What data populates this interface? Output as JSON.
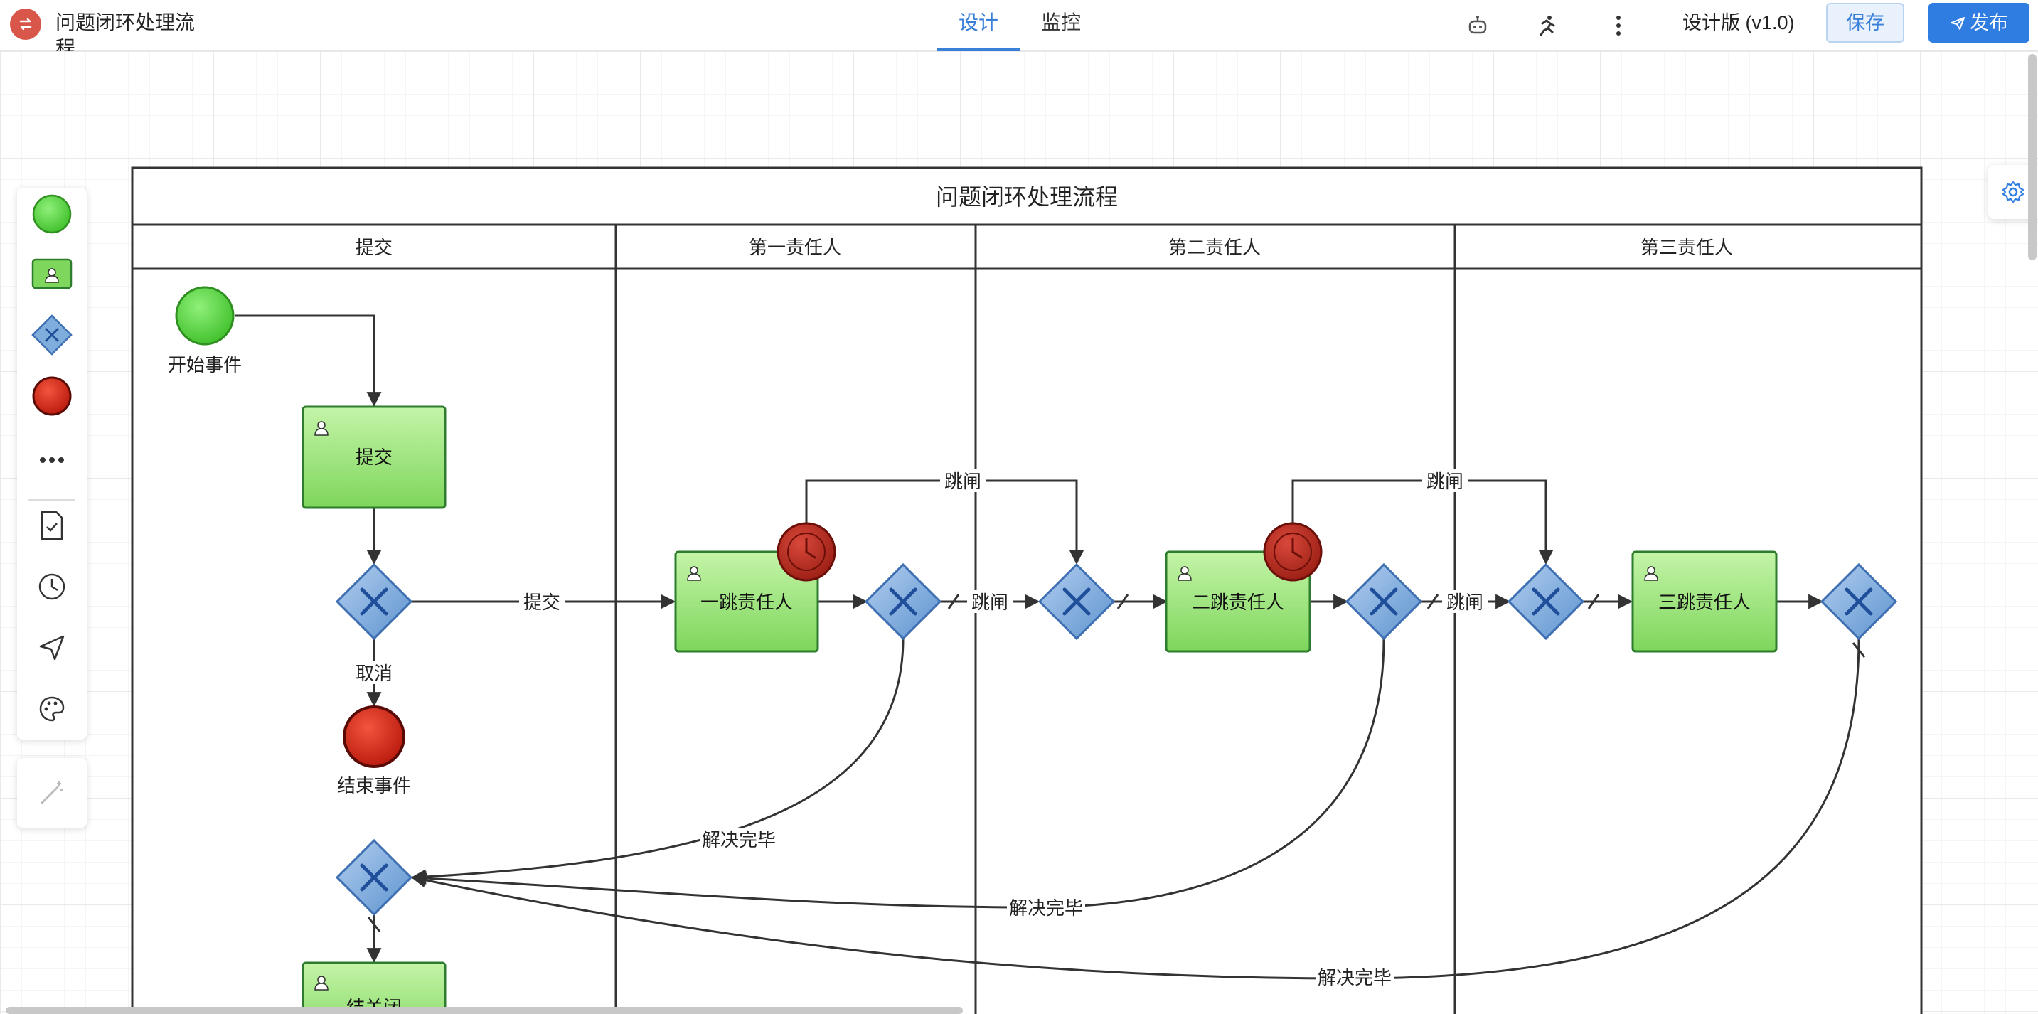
{
  "header": {
    "app_icon": "process-loop-icon",
    "title": "问题闭环处理流程",
    "tabs": [
      {
        "label": "设计",
        "active": true
      },
      {
        "label": "监控",
        "active": false
      }
    ],
    "tools": [
      "robot-icon",
      "running-man-icon",
      "more-vertical-icon"
    ],
    "version": "设计版 (v1.0)",
    "save_label": "保存",
    "publish_label": "发布",
    "accent_color": "#2f7de1"
  },
  "palette": {
    "items": [
      "start-event-icon",
      "user-task-icon",
      "gateway-icon",
      "end-event-icon",
      "more-icon",
      "document-check-icon",
      "clock-icon",
      "send-icon",
      "palette-icon"
    ],
    "extra": "magic-wand-icon"
  },
  "settings_icon": "settings-gear-icon",
  "diagram": {
    "pool_title": "问题闭环处理流程",
    "lanes": [
      "提交",
      "第一责任人",
      "第二责任人",
      "第三责任人"
    ],
    "start_event": "开始事件",
    "end_event": "结束事件",
    "tasks": {
      "submit": "提交",
      "first": "一跳责任人",
      "second": "二跳责任人",
      "third": "三跳责任人",
      "close": "结关闭"
    },
    "flow_labels": {
      "submit": "提交",
      "cancel": "取消",
      "jump": "跳闸",
      "resolved": "解决完毕"
    },
    "colors": {
      "task_fill": "#96e27a",
      "task_border": "#2e7d2e",
      "gateway_fill": "#7faedd",
      "start_fill": "#5ad641",
      "end_fill": "#d42a1a",
      "timer_fill": "#b52a1e"
    }
  }
}
